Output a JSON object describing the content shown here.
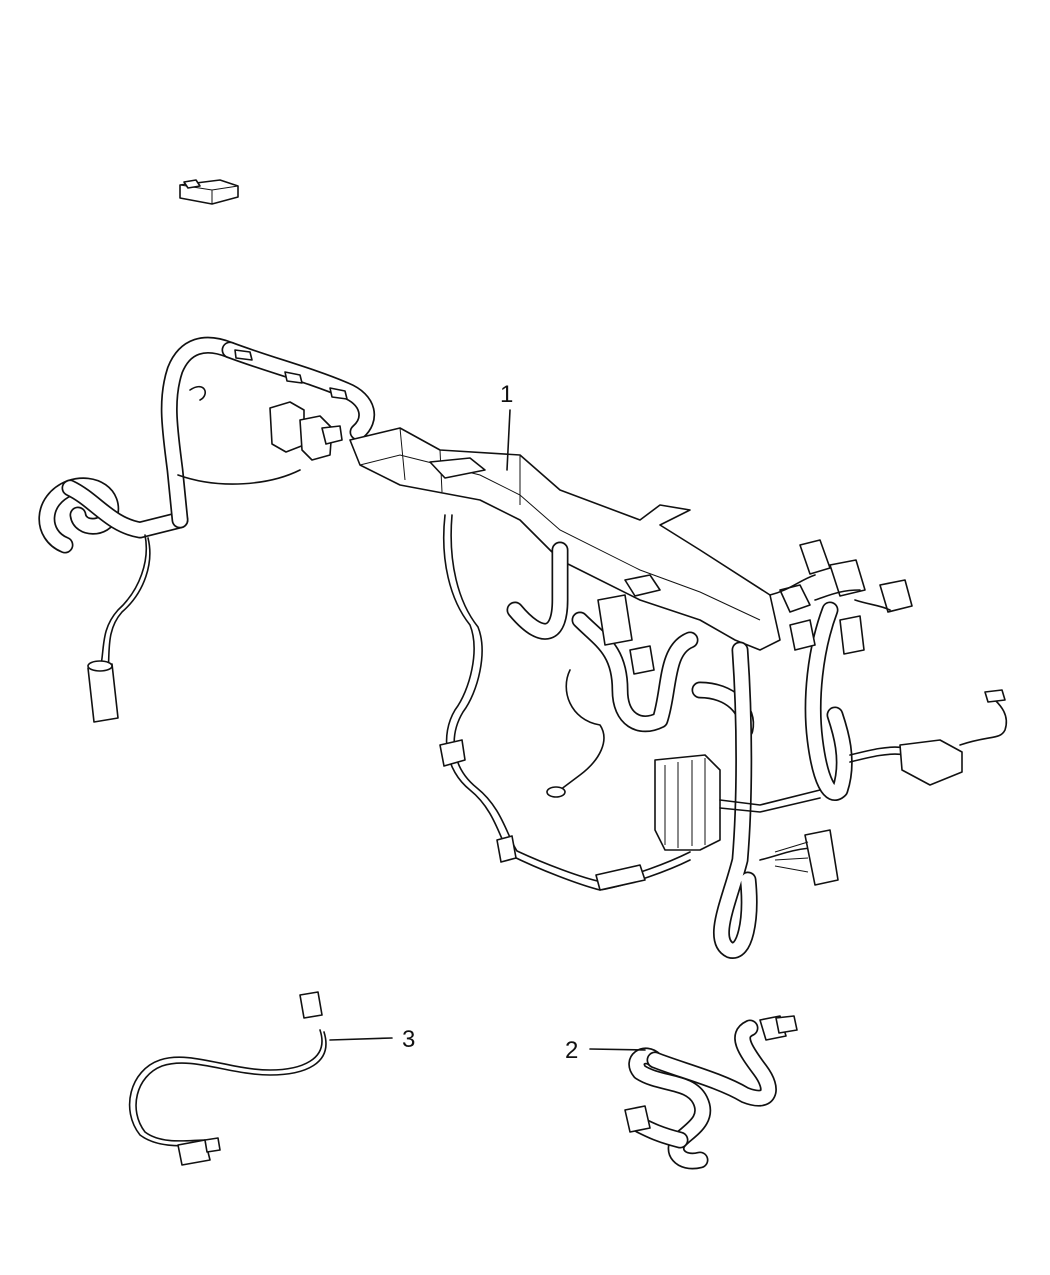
{
  "diagram": {
    "callouts": [
      {
        "id": "main-harness",
        "label": "1"
      },
      {
        "id": "jumper-harness",
        "label": "2"
      },
      {
        "id": "wire-lead",
        "label": "3"
      }
    ],
    "colors": {
      "line": "#111111",
      "background": "#ffffff"
    }
  }
}
